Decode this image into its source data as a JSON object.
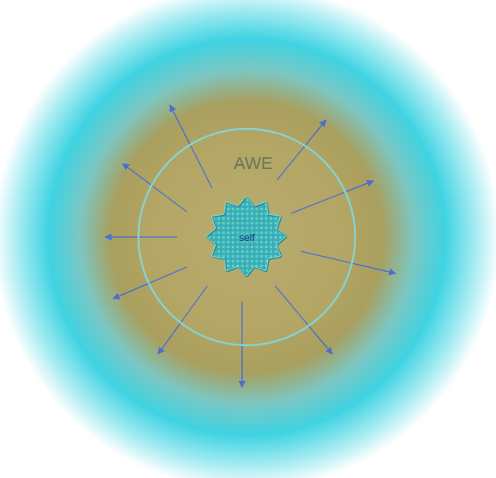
{
  "diagram": {
    "nodes": [
      {
        "text": [
          "AWE"
        ]
      },
      {
        "text": [
          "self"
        ],
        "in": 0
      }
    ]
  }
}
